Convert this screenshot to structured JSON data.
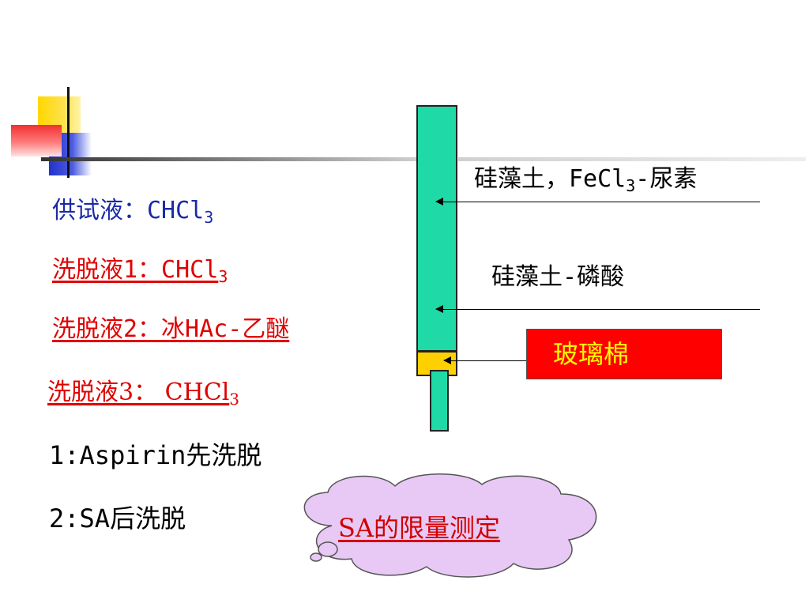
{
  "left_text": {
    "line1": {
      "main": "供试液：CHCl",
      "sub": "3"
    },
    "line2": {
      "main": "洗脱液1：CHCl",
      "sub": "3"
    },
    "line3": "洗脱液2：冰HAc-乙醚",
    "line4": {
      "main": "洗脱液3： CHCl",
      "sub": "3"
    },
    "line5": "1:Aspirin先洗脱",
    "line6": "2:SA后洗脱"
  },
  "column_labels": {
    "top": {
      "main": "硅藻土，FeCl",
      "sub": "3",
      "tail": "-尿素"
    },
    "middle": "硅藻土-磷酸",
    "bottom": "玻璃棉"
  },
  "cloud": {
    "text": "SA的限量测定"
  },
  "colors": {
    "blue_text": "#1a2aa8",
    "red_text": "#e00000",
    "column_fill": "#1fd9a6",
    "wool_fill": "#ffd000",
    "label_box": "#ff0000",
    "cloud_fill": "#e8c8f5"
  }
}
